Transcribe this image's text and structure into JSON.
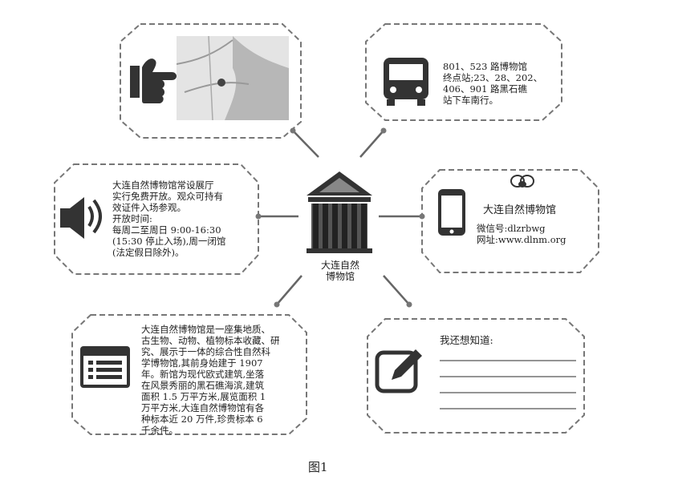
{
  "center": {
    "label_line1": "大连自然",
    "label_line2": "博物馆"
  },
  "bus": {
    "lines": [
      "801、523 路博物馆",
      "终点站;23、28、202、",
      "406、901 路黑石礁",
      "站下车南行。"
    ]
  },
  "open_info": {
    "lines": [
      "大连自然博物馆常设展厅",
      "实行免费开放。观众可持有",
      "效证件入场参观。",
      "开放时间:",
      "每周二至周日 9:00-16:30",
      "(15:30 停止入场),周一闭馆",
      "(法定假日除外)。"
    ]
  },
  "contact": {
    "title": "大连自然博物馆",
    "wechat": "微信号:dlzrbwg",
    "website": "网址:www.dlnm.org"
  },
  "intro": {
    "lines": [
      "大连自然博物馆是一座集地质、",
      "古生物、动物、植物标本收藏、研",
      "究、展示于一体的综合性自然科",
      "学博物馆,其前身始建于 1907",
      "年。新馆为现代欧式建筑,坐落",
      "在风景秀丽的黑石礁海滨,建筑",
      "面积 1.5 万平方米,展览面积 1",
      "万平方米,大连自然博物馆有各",
      "种标本近 20 万件,珍贵标本 6",
      "千余件。"
    ]
  },
  "question": {
    "prompt": "我还想知道:"
  },
  "caption": "图1",
  "colors": {
    "line": "#666666",
    "icon": "#333333"
  }
}
